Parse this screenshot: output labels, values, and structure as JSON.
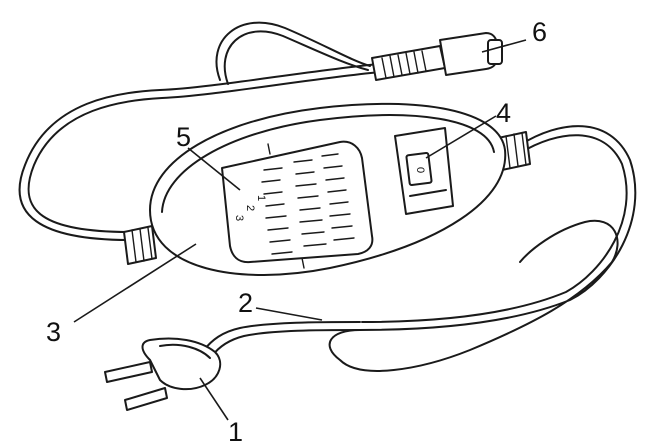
{
  "callouts": [
    "1",
    "2",
    "3",
    "4",
    "5",
    "6"
  ],
  "switch_label": "0",
  "scale_marks": [
    "1",
    "2",
    "3"
  ]
}
